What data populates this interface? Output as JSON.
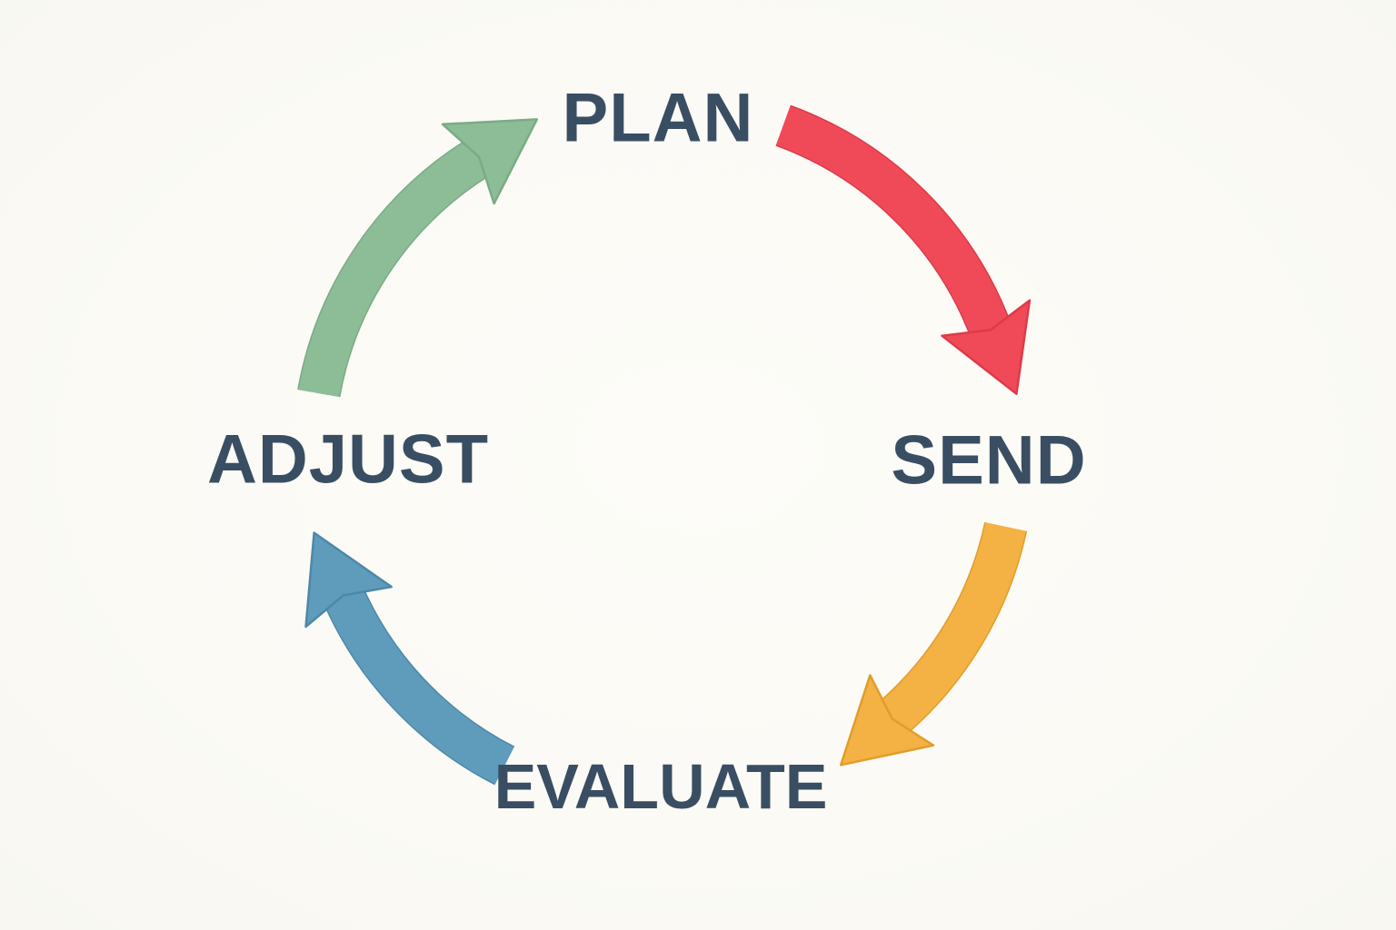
{
  "diagram": {
    "type": "cycle",
    "direction": "clockwise",
    "background_color": "#fbfaf6",
    "label_color": "#3a4e63",
    "steps": [
      {
        "label": "PLAN",
        "position": "top"
      },
      {
        "label": "SEND",
        "position": "right"
      },
      {
        "label": "EVALUATE",
        "position": "bottom"
      },
      {
        "label": "ADJUST",
        "position": "left"
      }
    ],
    "arrows": [
      {
        "name": "adjust-to-plan",
        "from": "ADJUST",
        "to": "PLAN",
        "color": "#8dbd97",
        "outline": "#7aab85"
      },
      {
        "name": "plan-to-send",
        "from": "PLAN",
        "to": "SEND",
        "color": "#f04a59",
        "outline": "#dd3a49"
      },
      {
        "name": "send-to-evaluate",
        "from": "SEND",
        "to": "EVALUATE",
        "color": "#f3b243",
        "outline": "#e19d2b"
      },
      {
        "name": "evaluate-to-adjust",
        "from": "EVALUATE",
        "to": "ADJUST",
        "color": "#5f9cbc",
        "outline": "#4d88a9"
      }
    ]
  }
}
